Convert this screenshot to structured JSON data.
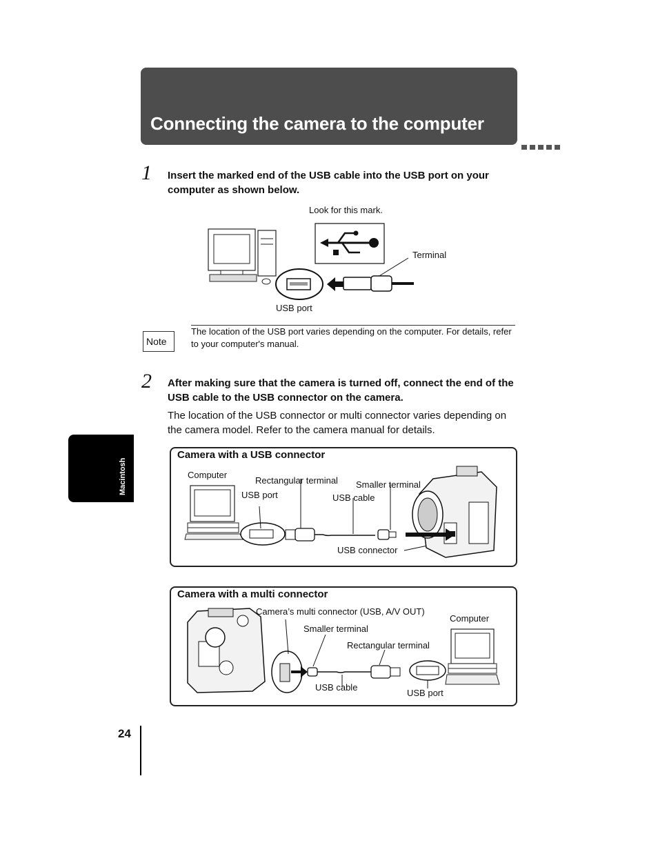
{
  "header": {
    "title": "Connecting the camera to the computer"
  },
  "side_tab": {
    "label": "Macintosh"
  },
  "step1": {
    "number": "1",
    "text": "Insert the marked end of the USB cable into the USB port on your computer as shown below.",
    "figure": {
      "look_label": "Look for this mark.",
      "terminal_label": "Terminal",
      "usb_port_label": "USB port"
    }
  },
  "note": {
    "badge": "Note",
    "text": "The location of the USB port varies depending on the computer. For details, refer to your computer's manual."
  },
  "step2": {
    "number": "2",
    "text": "After making sure that the camera is turned off, connect the end of the USB cable to the USB connector on the camera.",
    "body": "The location of the USB connector or multi connector varies depending on the camera model. Refer to the camera manual for details."
  },
  "panel1": {
    "title": "Camera with a USB connector",
    "labels": {
      "computer": "Computer",
      "rect_terminal": "Rectangular terminal",
      "smaller_terminal": "Smaller terminal",
      "usb_port": "USB port",
      "usb_cable": "USB cable",
      "usb_connector": "USB connector"
    }
  },
  "panel2": {
    "title": "Camera with a multi connector",
    "labels": {
      "multi_connector": "Camera’s multi connector (USB, A/V OUT)",
      "computer": "Computer",
      "smaller_terminal": "Smaller terminal",
      "rect_terminal": "Rectangular terminal",
      "usb_cable": "USB cable",
      "usb_port": "USB port"
    }
  },
  "page": {
    "number": "24"
  }
}
